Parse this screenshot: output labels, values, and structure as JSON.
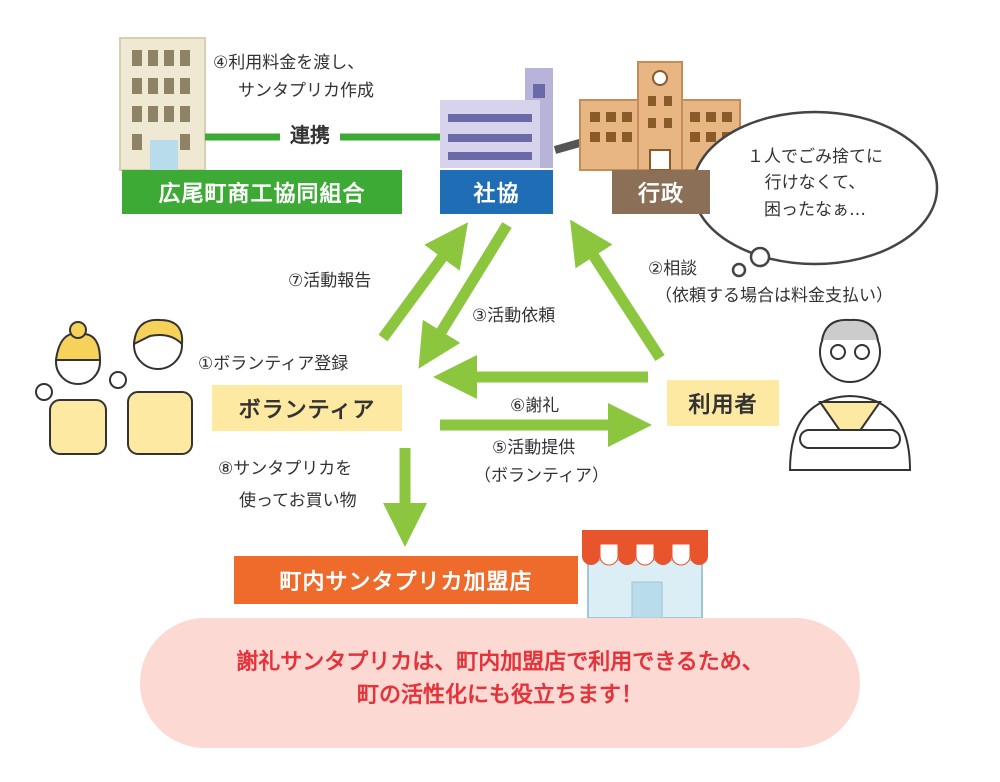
{
  "nodes": {
    "union": "広尾町商工協同組合",
    "shakyo": "社協",
    "gyosei": "行政",
    "volunteer": "ボランティア",
    "user": "利用者",
    "shop": "町内サンタプリカ加盟店"
  },
  "labels": {
    "step4_line1": "④利用料金を渡し、",
    "step4_line2": "サンタプリカ作成",
    "renkei": "連携",
    "step7": "⑦活動報告",
    "step3": "③活動依頼",
    "step2_line1": "②相談",
    "step2_line2": "（依頼する場合は料金支払い）",
    "step1": "①ボランティア登録",
    "step6": "⑥謝礼",
    "step5_line1": "⑤活動提供",
    "step5_line2": "（ボランティア）",
    "step8_line1": "⑧サンタプリカを",
    "step8_line2": "使ってお買い物"
  },
  "bubble": {
    "line1": "１人でごみ捨てに",
    "line2": "行けなくて、",
    "line3": "困ったなぁ…"
  },
  "banner": {
    "line1": "謝礼サンタプリカは、町内加盟店で利用できるため、",
    "line2": "町の活性化にも役立ちます！"
  },
  "colors": {
    "green_box": "#3daa35",
    "blue_box": "#1e6db5",
    "brown_box": "#8b6f56",
    "yellow_box": "#fde9a2",
    "orange_box": "#ef6b2c",
    "arrow": "#8cc63f",
    "banner_bg": "#fcd9d2",
    "banner_text": "#e4333a"
  }
}
